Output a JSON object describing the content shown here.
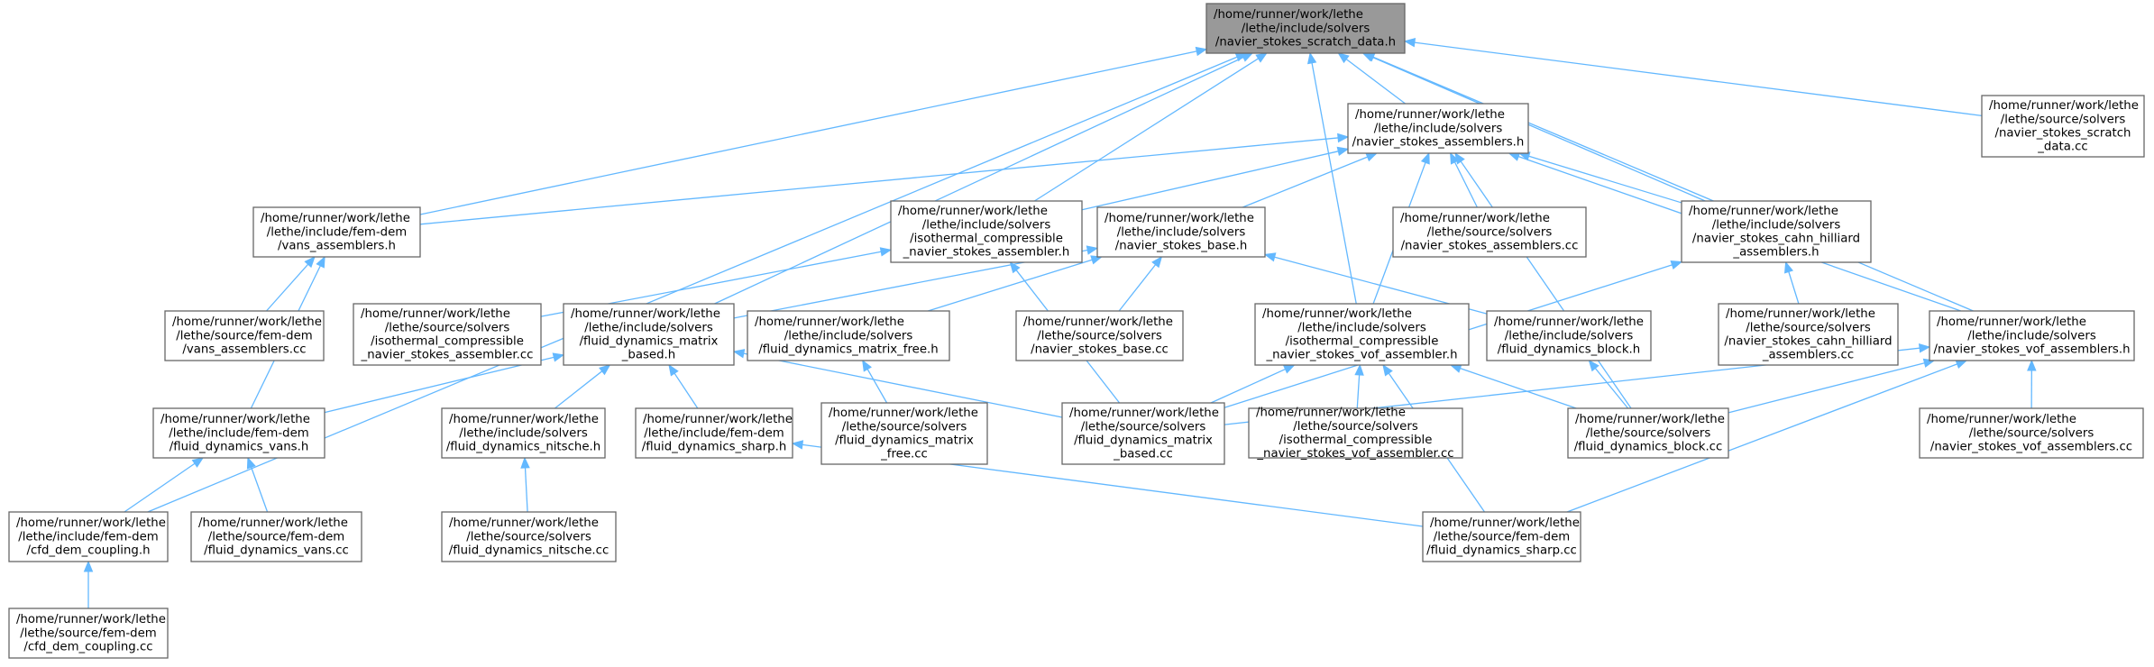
{
  "diagram": {
    "nodes": [
      {
        "id": "n0",
        "lines": [
          "/home/runner/work/lethe",
          "/lethe/include/solvers",
          "/navier_stokes_scratch_data.h"
        ],
        "root": true
      },
      {
        "id": "n1",
        "lines": [
          "/home/runner/work/lethe",
          "/lethe/include/solvers",
          "/navier_stokes_assemblers.h"
        ]
      },
      {
        "id": "n2",
        "lines": [
          "/home/runner/work/lethe",
          "/lethe/source/solvers",
          "/navier_stokes_scratch",
          "_data.cc"
        ]
      },
      {
        "id": "n3",
        "lines": [
          "/home/runner/work/lethe",
          "/lethe/include/fem-dem",
          "/vans_assemblers.h"
        ]
      },
      {
        "id": "n4",
        "lines": [
          "/home/runner/work/lethe",
          "/lethe/include/solvers",
          "/isothermal_compressible",
          "_navier_stokes_assembler.h"
        ]
      },
      {
        "id": "n5",
        "lines": [
          "/home/runner/work/lethe",
          "/lethe/include/solvers",
          "/navier_stokes_base.h"
        ]
      },
      {
        "id": "n6",
        "lines": [
          "/home/runner/work/lethe",
          "/lethe/source/solvers",
          "/navier_stokes_assemblers.cc"
        ]
      },
      {
        "id": "n7",
        "lines": [
          "/home/runner/work/lethe",
          "/lethe/include/solvers",
          "/navier_stokes_cahn_hilliard",
          "_assemblers.h"
        ]
      },
      {
        "id": "n8",
        "lines": [
          "/home/runner/work/lethe",
          "/lethe/source/fem-dem",
          "/vans_assemblers.cc"
        ]
      },
      {
        "id": "n9",
        "lines": [
          "/home/runner/work/lethe",
          "/lethe/source/solvers",
          "/isothermal_compressible",
          "_navier_stokes_assembler.cc"
        ]
      },
      {
        "id": "n10",
        "lines": [
          "/home/runner/work/lethe",
          "/lethe/include/solvers",
          "/fluid_dynamics_matrix",
          "_based.h"
        ]
      },
      {
        "id": "n11",
        "lines": [
          "/home/runner/work/lethe",
          "/lethe/include/solvers",
          "/fluid_dynamics_matrix_free.h"
        ]
      },
      {
        "id": "n12",
        "lines": [
          "/home/runner/work/lethe",
          "/lethe/source/solvers",
          "/navier_stokes_base.cc"
        ]
      },
      {
        "id": "n13",
        "lines": [
          "/home/runner/work/lethe",
          "/lethe/include/solvers",
          "/isothermal_compressible",
          "_navier_stokes_vof_assembler.h"
        ]
      },
      {
        "id": "n14",
        "lines": [
          "/home/runner/work/lethe",
          "/lethe/include/solvers",
          "/fluid_dynamics_block.h"
        ]
      },
      {
        "id": "n15",
        "lines": [
          "/home/runner/work/lethe",
          "/lethe/source/solvers",
          "/navier_stokes_cahn_hilliard",
          "_assemblers.cc"
        ]
      },
      {
        "id": "n16",
        "lines": [
          "/home/runner/work/lethe",
          "/lethe/include/solvers",
          "/navier_stokes_vof_assemblers.h"
        ]
      },
      {
        "id": "n17",
        "lines": [
          "/home/runner/work/lethe",
          "/lethe/include/fem-dem",
          "/fluid_dynamics_vans.h"
        ]
      },
      {
        "id": "n18",
        "lines": [
          "/home/runner/work/lethe",
          "/lethe/include/solvers",
          "/fluid_dynamics_nitsche.h"
        ]
      },
      {
        "id": "n19",
        "lines": [
          "/home/runner/work/lethe",
          "/lethe/include/fem-dem",
          "/fluid_dynamics_sharp.h"
        ]
      },
      {
        "id": "n20",
        "lines": [
          "/home/runner/work/lethe",
          "/lethe/source/solvers",
          "/fluid_dynamics_matrix",
          "_free.cc"
        ]
      },
      {
        "id": "n21",
        "lines": [
          "/home/runner/work/lethe",
          "/lethe/source/solvers",
          "/fluid_dynamics_matrix",
          "_based.cc"
        ]
      },
      {
        "id": "n22",
        "lines": [
          "/home/runner/work/lethe",
          "/lethe/source/solvers",
          "/isothermal_compressible",
          "_navier_stokes_vof_assembler.cc"
        ]
      },
      {
        "id": "n23",
        "lines": [
          "/home/runner/work/lethe",
          "/lethe/source/solvers",
          "/fluid_dynamics_block.cc"
        ]
      },
      {
        "id": "n24",
        "lines": [
          "/home/runner/work/lethe",
          "/lethe/source/solvers",
          "/navier_stokes_vof_assemblers.cc"
        ]
      },
      {
        "id": "n25",
        "lines": [
          "/home/runner/work/lethe",
          "/lethe/include/fem-dem",
          "/cfd_dem_coupling.h"
        ]
      },
      {
        "id": "n26",
        "lines": [
          "/home/runner/work/lethe",
          "/lethe/source/fem-dem",
          "/fluid_dynamics_vans.cc"
        ]
      },
      {
        "id": "n27",
        "lines": [
          "/home/runner/work/lethe",
          "/lethe/source/solvers",
          "/fluid_dynamics_nitsche.cc"
        ]
      },
      {
        "id": "n28",
        "lines": [
          "/home/runner/work/lethe",
          "/lethe/source/fem-dem",
          "/fluid_dynamics_sharp.cc"
        ]
      },
      {
        "id": "n29",
        "lines": [
          "/home/runner/work/lethe",
          "/lethe/source/fem-dem",
          "/cfd_dem_coupling.cc"
        ]
      }
    ],
    "edges": [
      {
        "from": "n1",
        "to": "n0"
      },
      {
        "from": "n2",
        "to": "n0"
      },
      {
        "from": "n3",
        "to": "n0"
      },
      {
        "from": "n4",
        "to": "n0"
      },
      {
        "from": "n7",
        "to": "n0"
      },
      {
        "from": "n10",
        "to": "n0"
      },
      {
        "from": "n13",
        "to": "n0"
      },
      {
        "from": "n16",
        "to": "n0"
      },
      {
        "from": "n25",
        "to": "n0"
      },
      {
        "from": "n3",
        "to": "n1"
      },
      {
        "from": "n4",
        "to": "n1"
      },
      {
        "from": "n5",
        "to": "n1"
      },
      {
        "from": "n6",
        "to": "n1"
      },
      {
        "from": "n7",
        "to": "n1"
      },
      {
        "from": "n13",
        "to": "n1"
      },
      {
        "from": "n16",
        "to": "n1"
      },
      {
        "from": "n23",
        "to": "n1"
      },
      {
        "from": "n8",
        "to": "n3"
      },
      {
        "from": "n17",
        "to": "n3"
      },
      {
        "from": "n9",
        "to": "n4"
      },
      {
        "from": "n21",
        "to": "n4"
      },
      {
        "from": "n10",
        "to": "n5"
      },
      {
        "from": "n11",
        "to": "n5"
      },
      {
        "from": "n12",
        "to": "n5"
      },
      {
        "from": "n14",
        "to": "n5"
      },
      {
        "from": "n15",
        "to": "n7"
      },
      {
        "from": "n21",
        "to": "n7"
      },
      {
        "from": "n17",
        "to": "n10"
      },
      {
        "from": "n18",
        "to": "n10"
      },
      {
        "from": "n19",
        "to": "n10"
      },
      {
        "from": "n21",
        "to": "n10"
      },
      {
        "from": "n20",
        "to": "n11"
      },
      {
        "from": "n21",
        "to": "n13"
      },
      {
        "from": "n22",
        "to": "n13"
      },
      {
        "from": "n23",
        "to": "n13"
      },
      {
        "from": "n28",
        "to": "n13"
      },
      {
        "from": "n23",
        "to": "n14"
      },
      {
        "from": "n21",
        "to": "n16"
      },
      {
        "from": "n23",
        "to": "n16"
      },
      {
        "from": "n24",
        "to": "n16"
      },
      {
        "from": "n28",
        "to": "n16"
      },
      {
        "from": "n25",
        "to": "n17"
      },
      {
        "from": "n26",
        "to": "n17"
      },
      {
        "from": "n27",
        "to": "n18"
      },
      {
        "from": "n28",
        "to": "n19"
      },
      {
        "from": "n29",
        "to": "n25"
      }
    ]
  }
}
